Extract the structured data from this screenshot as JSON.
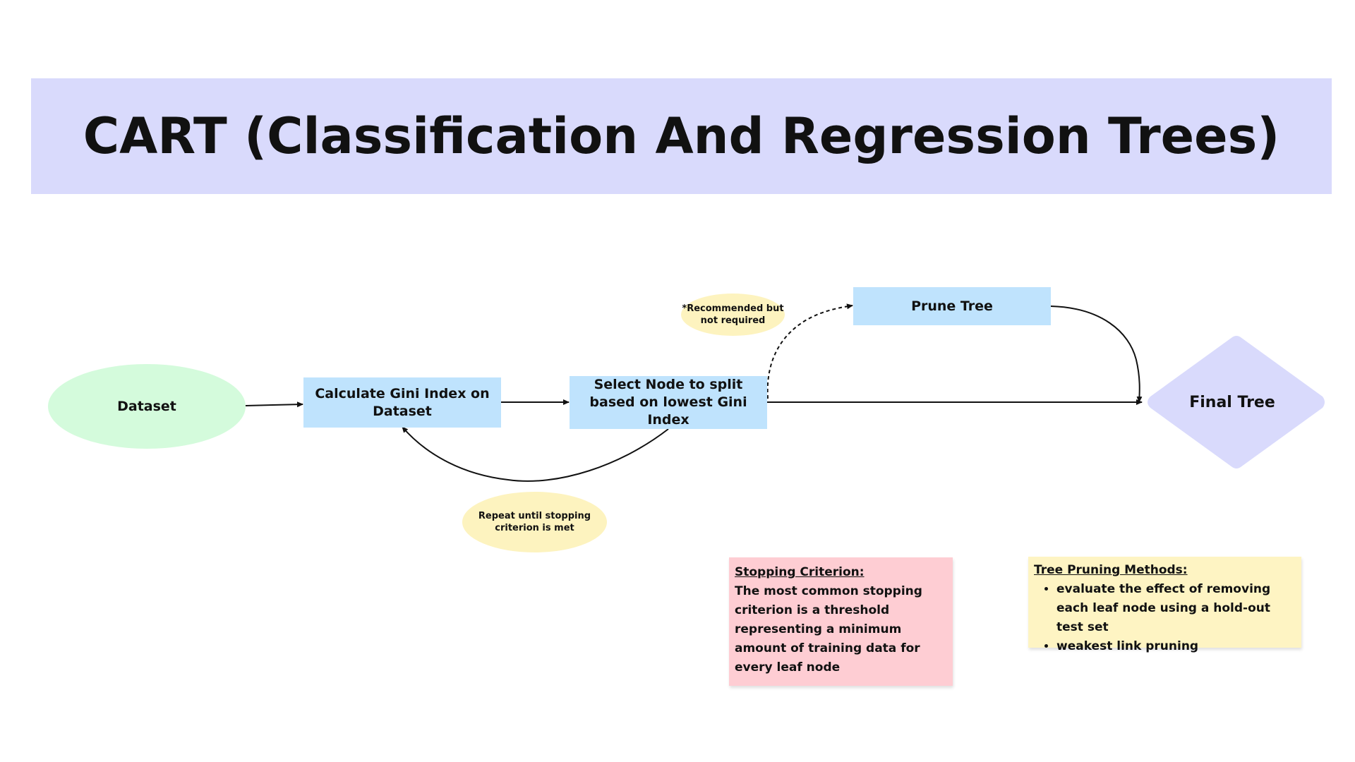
{
  "title": "CART (Classification And Regression Trees)",
  "nodes": {
    "dataset": "Dataset",
    "calc_gini": "Calculate Gini Index on Dataset",
    "select_node": "Select Node to split based on lowest Gini Index",
    "prune_tree": "Prune Tree",
    "final_tree": "Final Tree"
  },
  "annotations": {
    "recommended": "*Recommended but not required",
    "repeat": "Repeat until stopping criterion is met"
  },
  "stopping_criterion": {
    "heading": "Stopping Criterion:",
    "body": "The most common stopping criterion is  a threshold representing a minimum amount of training data for every leaf node"
  },
  "pruning_methods": {
    "heading": "Tree Pruning Methods:",
    "items": [
      "evaluate the effect of removing each leaf node using a hold-out test set",
      "weakest link pruning"
    ]
  },
  "colors": {
    "banner": "#d9dafc",
    "dataset": "#d4fbdc",
    "process_box": "#bfe3fd",
    "final_diamond": "#d9dafc",
    "note_ellipse": "#fdf3bf",
    "stopping_sticky": "#fecdd3",
    "pruning_sticky": "#fef4c3",
    "connector": "#111111"
  }
}
